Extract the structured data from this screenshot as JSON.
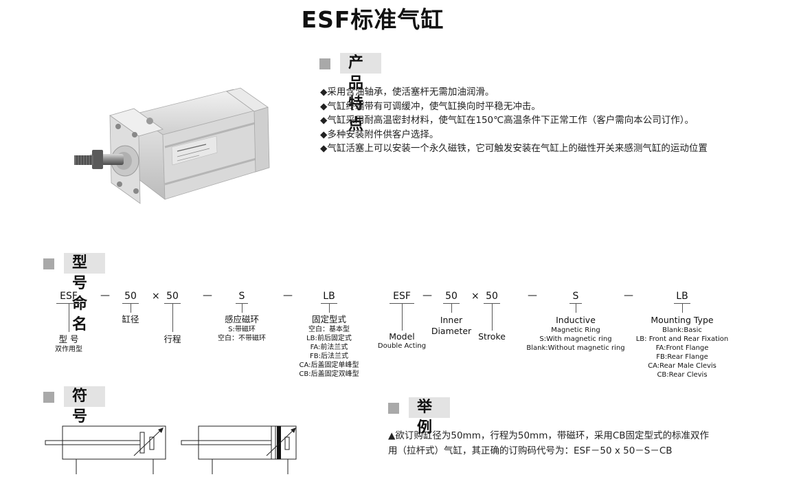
{
  "title": "ESF标准气缸",
  "features": {
    "heading": "产品特点",
    "items": [
      "◆采用含油轴承，使活塞杆无需加油润滑。",
      "◆气缸终端带有可调缓冲，使气缸换向时平稳无冲击。",
      "◆气缸采用耐高温密封材料，使气缸在150℃高温条件下正常工作（客户需向本公司订作）。",
      "◆多种安装附件供客户选择。",
      "◆气缸活塞上可以安装一个永久磁铁，它可触发安装在气缸上的磁性开关来感测气缸的运动位置"
    ]
  },
  "model_naming": {
    "heading": "型号命名",
    "cn": {
      "codes": [
        "ESF",
        "50",
        "50",
        "S",
        "LB"
      ],
      "dash": "—",
      "times": "×",
      "model_label": "型 号",
      "model_sub": "双作用型",
      "bore": "缸径",
      "stroke": "行程",
      "magnet": [
        "感应磁环",
        "S:带磁环",
        "空白：不带磁环"
      ],
      "mount": [
        "固定型式",
        "空白：基本型",
        "LB:前后固定式",
        "FA:前法兰式",
        "FB:后法兰式",
        "CA:后盖固定单峰型",
        "CB:后盖固定双峰型"
      ]
    },
    "en": {
      "codes": [
        "ESF",
        "50",
        "50",
        "S",
        "LB"
      ],
      "dash": "—",
      "times": "×",
      "model_label": "Model",
      "model_sub": "Double Acting",
      "bore": [
        "Inner",
        "Diameter"
      ],
      "stroke": "Stroke",
      "magnet": [
        "Inductive",
        "Magnetic Ring",
        "S:With magnetic ring",
        "Blank:Without magnetic ring"
      ],
      "mount": [
        "Mounting Type",
        "Blank:Basic",
        "LB: Front and Rear Fixation",
        "FA:Front Flange",
        "FB:Rear Flange",
        "CA:Rear Male Clevis",
        "CB:Rear Clevis"
      ]
    }
  },
  "symbol": {
    "heading": "符号"
  },
  "example": {
    "heading": "举例",
    "lines": [
      "▲欲订购缸径为50mm，行程为50mm，带磁环，采用CB固定型式的标准双作",
      "用（拉杆式）气缸，其正确的订购码代号为：ESF－50 x 50－S－CB"
    ]
  },
  "colors": {
    "section_square": "#a9a9a9",
    "section_label_bg": "#e3e3e3"
  }
}
